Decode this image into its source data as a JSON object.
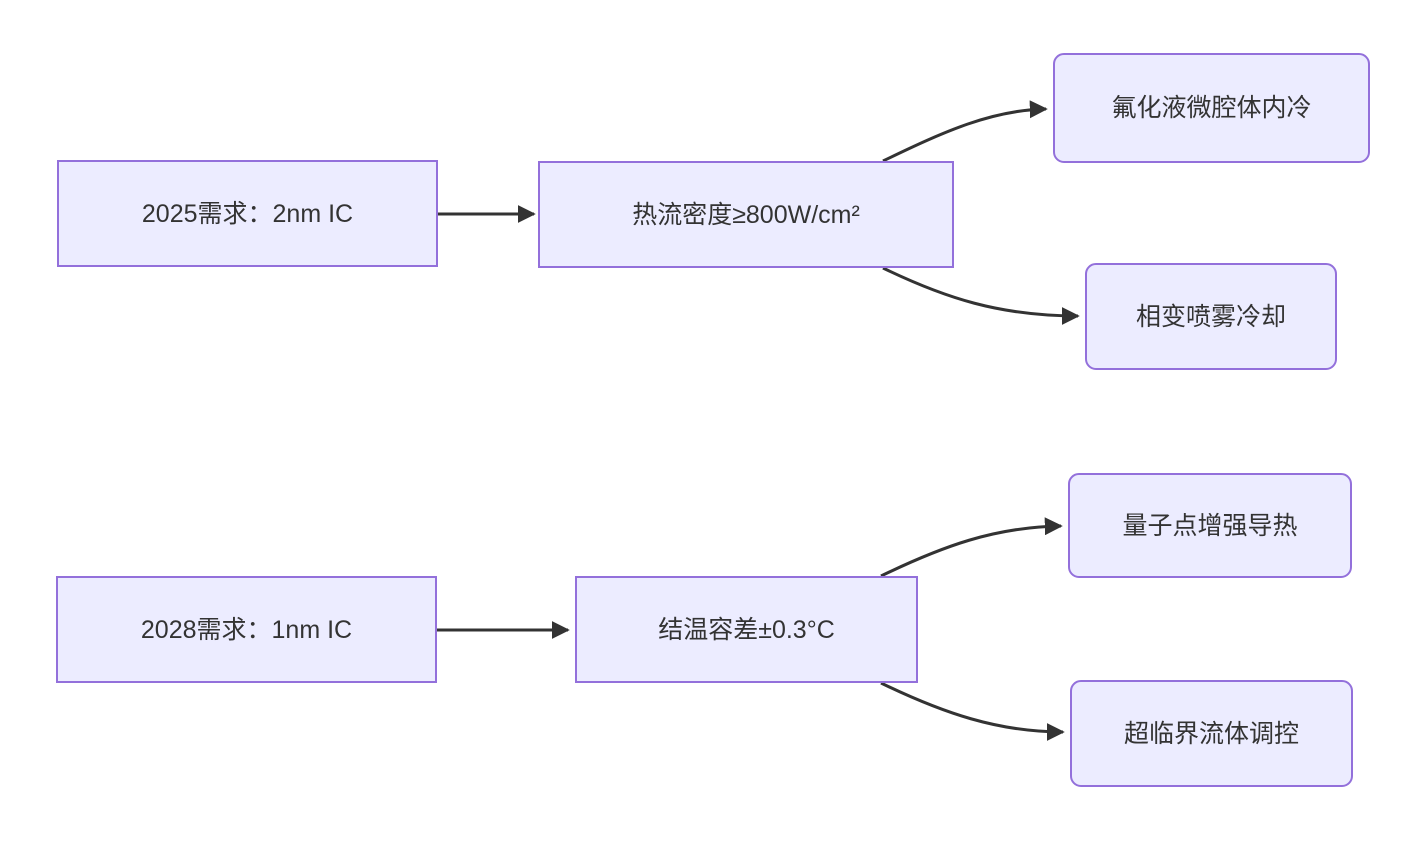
{
  "diagram": {
    "type": "flowchart-LR",
    "background": "#ffffff",
    "colors": {
      "node_fill": "#ECECFF",
      "node_border": "#9370DB",
      "edge": "#333333",
      "text": "#333333"
    },
    "rows": [
      {
        "source": "2025需求：2nm IC",
        "metric": "热流密度≥800W/cm²",
        "solutions": [
          {
            "label": "氟化液微腔体内冷"
          },
          {
            "label": "相变喷雾冷却"
          }
        ]
      },
      {
        "source": "2028需求：1nm IC",
        "metric": "结温容差±0.3°C",
        "solutions": [
          {
            "label": "量子点增强导热"
          },
          {
            "label": "超临界流体调控"
          }
        ]
      }
    ],
    "edges": [
      {
        "from": "2025需求：2nm IC",
        "to": "热流密度≥800W/cm²"
      },
      {
        "from": "热流密度≥800W/cm²",
        "to": "氟化液微腔体内冷"
      },
      {
        "from": "热流密度≥800W/cm²",
        "to": "相变喷雾冷却"
      },
      {
        "from": "2028需求：1nm IC",
        "to": "结温容差±0.3°C"
      },
      {
        "from": "结温容差±0.3°C",
        "to": "量子点增强导热"
      },
      {
        "from": "结温容差±0.3°C",
        "to": "超临界流体调控"
      }
    ]
  }
}
